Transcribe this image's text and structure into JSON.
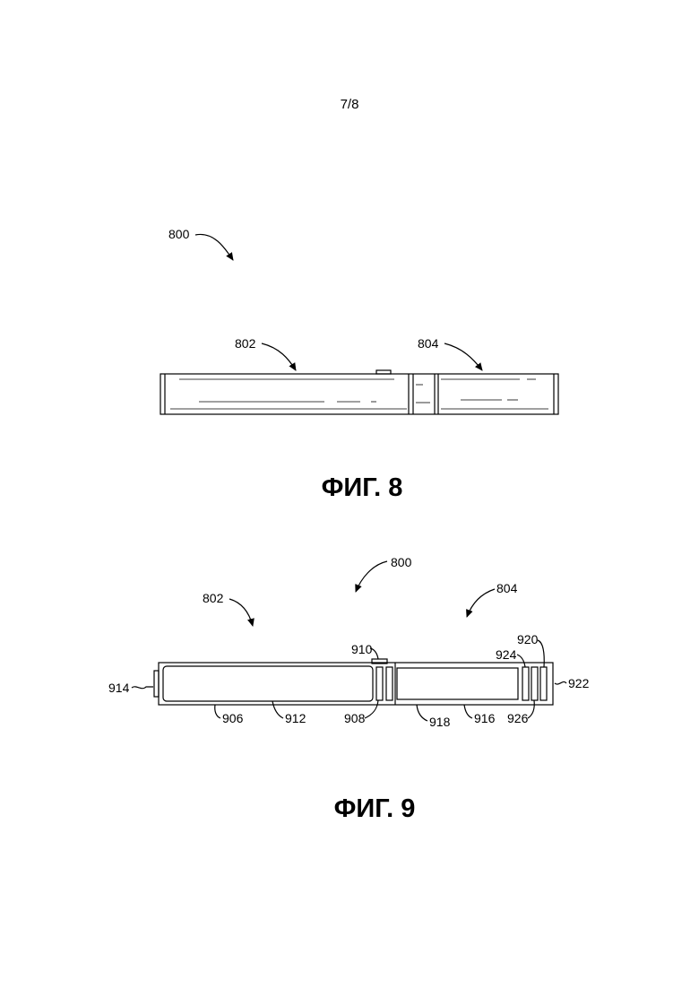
{
  "page_number": "7/8",
  "figure8": {
    "caption": "ФИГ. 8",
    "labels": {
      "device": "800",
      "first_part": "802",
      "second_part": "804"
    }
  },
  "figure9": {
    "caption": "ФИГ. 9",
    "labels": {
      "device": "800",
      "first_part": "802",
      "second_part": "804",
      "l906": "906",
      "l908": "908",
      "l910": "910",
      "l912": "912",
      "l914": "914",
      "l916": "916",
      "l918": "918",
      "l920": "920",
      "l922": "922",
      "l924": "924",
      "l926": "926"
    }
  }
}
